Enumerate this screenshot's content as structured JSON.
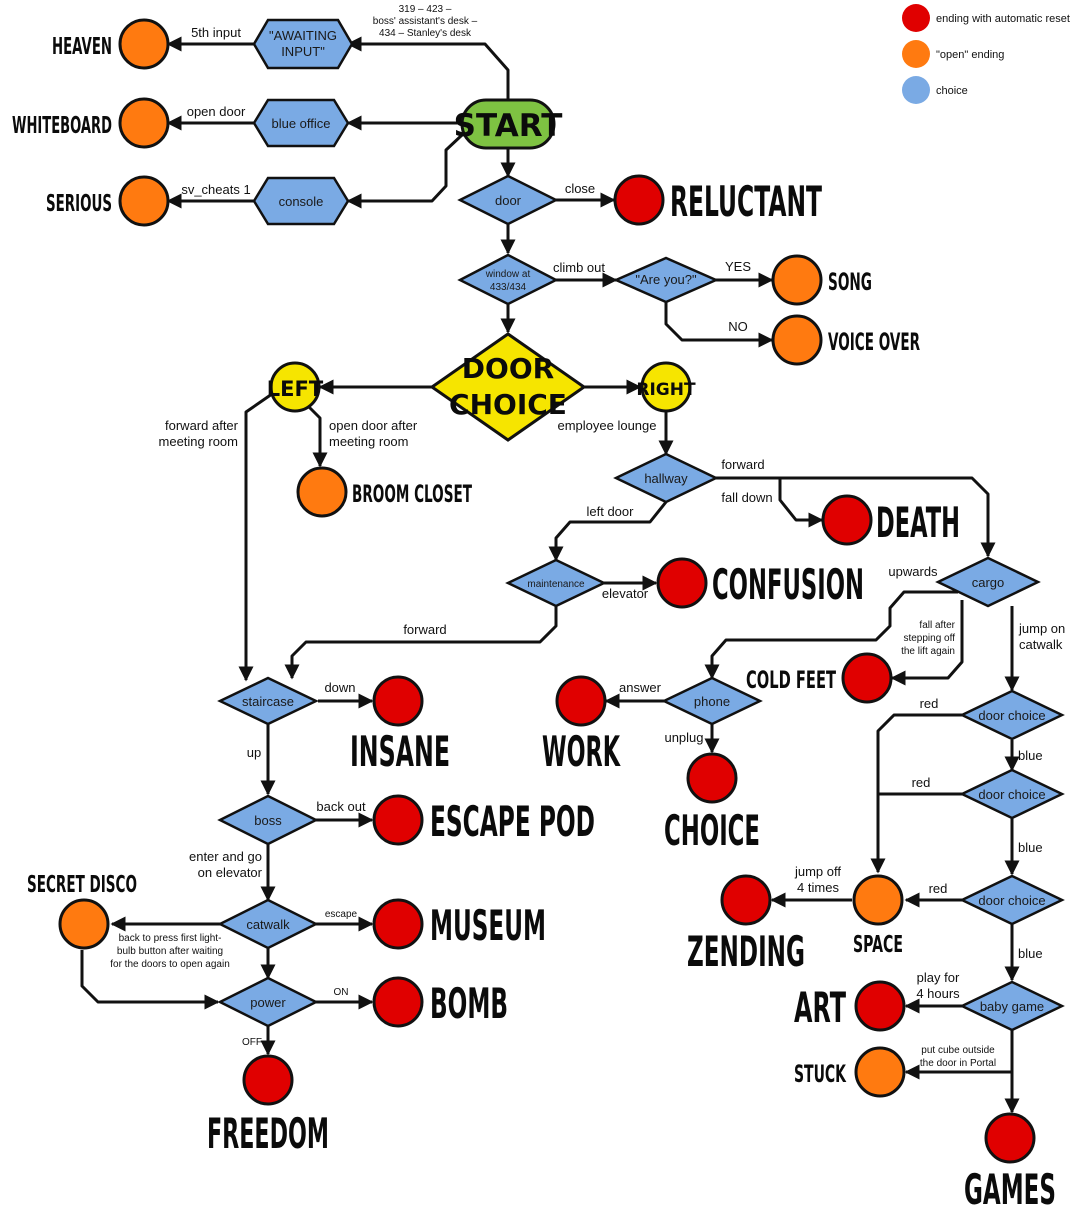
{
  "legend": [
    {
      "color": "#e00000",
      "label": "ending with automatic reset"
    },
    {
      "color": "#ff7a10",
      "label": "\"open\" ending"
    },
    {
      "color": "#7aaae4",
      "label": "choice"
    }
  ],
  "colors": {
    "choice_fill": "#7aaae4",
    "red_ending": "#e00000",
    "orange_ending": "#ff7a10",
    "start_fill": "#7ec242",
    "door_choice_fill": "#f6e500",
    "line": "#111111"
  },
  "nodes": {
    "start": "START",
    "awaiting": [
      "\"AWAITING",
      "INPUT\""
    ],
    "blue_office": "blue office",
    "console": "console",
    "door": "door",
    "window": [
      "window at",
      "433/434"
    ],
    "are_you": "\"Are you?\"",
    "door_choice": [
      "DOOR",
      "CHOICE"
    ],
    "left": "LEFT",
    "right": "RIGHT",
    "hallway": "hallway",
    "maintenance": "maintenance",
    "cargo": "cargo",
    "phone": "phone",
    "staircase": "staircase",
    "boss": "boss",
    "catwalk": "catwalk",
    "power": "power",
    "door_choice_1": "door choice",
    "door_choice_2": "door choice",
    "door_choice_3": "door choice",
    "baby_game": "baby game"
  },
  "endings": {
    "heaven": "HEAVEN",
    "whiteboard": "WHITEBOARD",
    "serious": "SERIOUS",
    "reluctant": "RELUCTANT",
    "song": "SONG",
    "voice_over": "VOICE OVER",
    "broom_closet": "BROOM CLOSET",
    "death": "DEATH",
    "confusion": "CONFUSION",
    "cold_feet": "COLD FEET",
    "work": "WORK",
    "choice": "CHOICE",
    "insane": "INSANE",
    "escape_pod": "ESCAPE POD",
    "secret_disco": "SECRET DISCO",
    "museum": "MUSEUM",
    "bomb": "BOMB",
    "freedom": "FREEDOM",
    "zending": "ZENDING",
    "space": "SPACE",
    "art": "ART",
    "stuck": "STUCK",
    "games": "GAMES"
  },
  "edge_labels": {
    "code": [
      "319 – 423 –",
      "boss' assistant's desk –",
      "434 – Stanley's desk"
    ],
    "fifth_input": "5th input",
    "open_door": "open door",
    "sv_cheats": "sv_cheats 1",
    "close": "close",
    "climb_out": "climb out",
    "yes": "YES",
    "no": "NO",
    "forward_after": [
      "forward after",
      "meeting room"
    ],
    "open_door_after": [
      "open door after",
      "meeting room"
    ],
    "employee_lounge": "employee lounge",
    "forward": "forward",
    "fall_down": "fall down",
    "left_door": "left door",
    "elevator": "elevator",
    "forward2": "forward",
    "upwards": "upwards",
    "fall_after": [
      "fall after",
      "stepping off",
      "the lift again"
    ],
    "jump_on": [
      "jump on",
      "catwalk"
    ],
    "answer": "answer",
    "unplug": "unplug",
    "down": "down",
    "up": "up",
    "back_out": "back out",
    "enter_go": [
      "enter and go",
      "on elevator"
    ],
    "escape": "escape",
    "back_press": [
      "back to press first light-",
      "bulb button after waiting",
      "for the doors to open again"
    ],
    "on": "ON",
    "off": "OFF",
    "red1": "red",
    "blue1": "blue",
    "red2": "red",
    "blue2": "blue",
    "red3": "red",
    "blue3": "blue",
    "jump_off": [
      "jump off",
      "4 times"
    ],
    "play_for": [
      "play for",
      "4 hours"
    ],
    "put_cube": [
      "put cube outside",
      "the door in Portal"
    ]
  }
}
